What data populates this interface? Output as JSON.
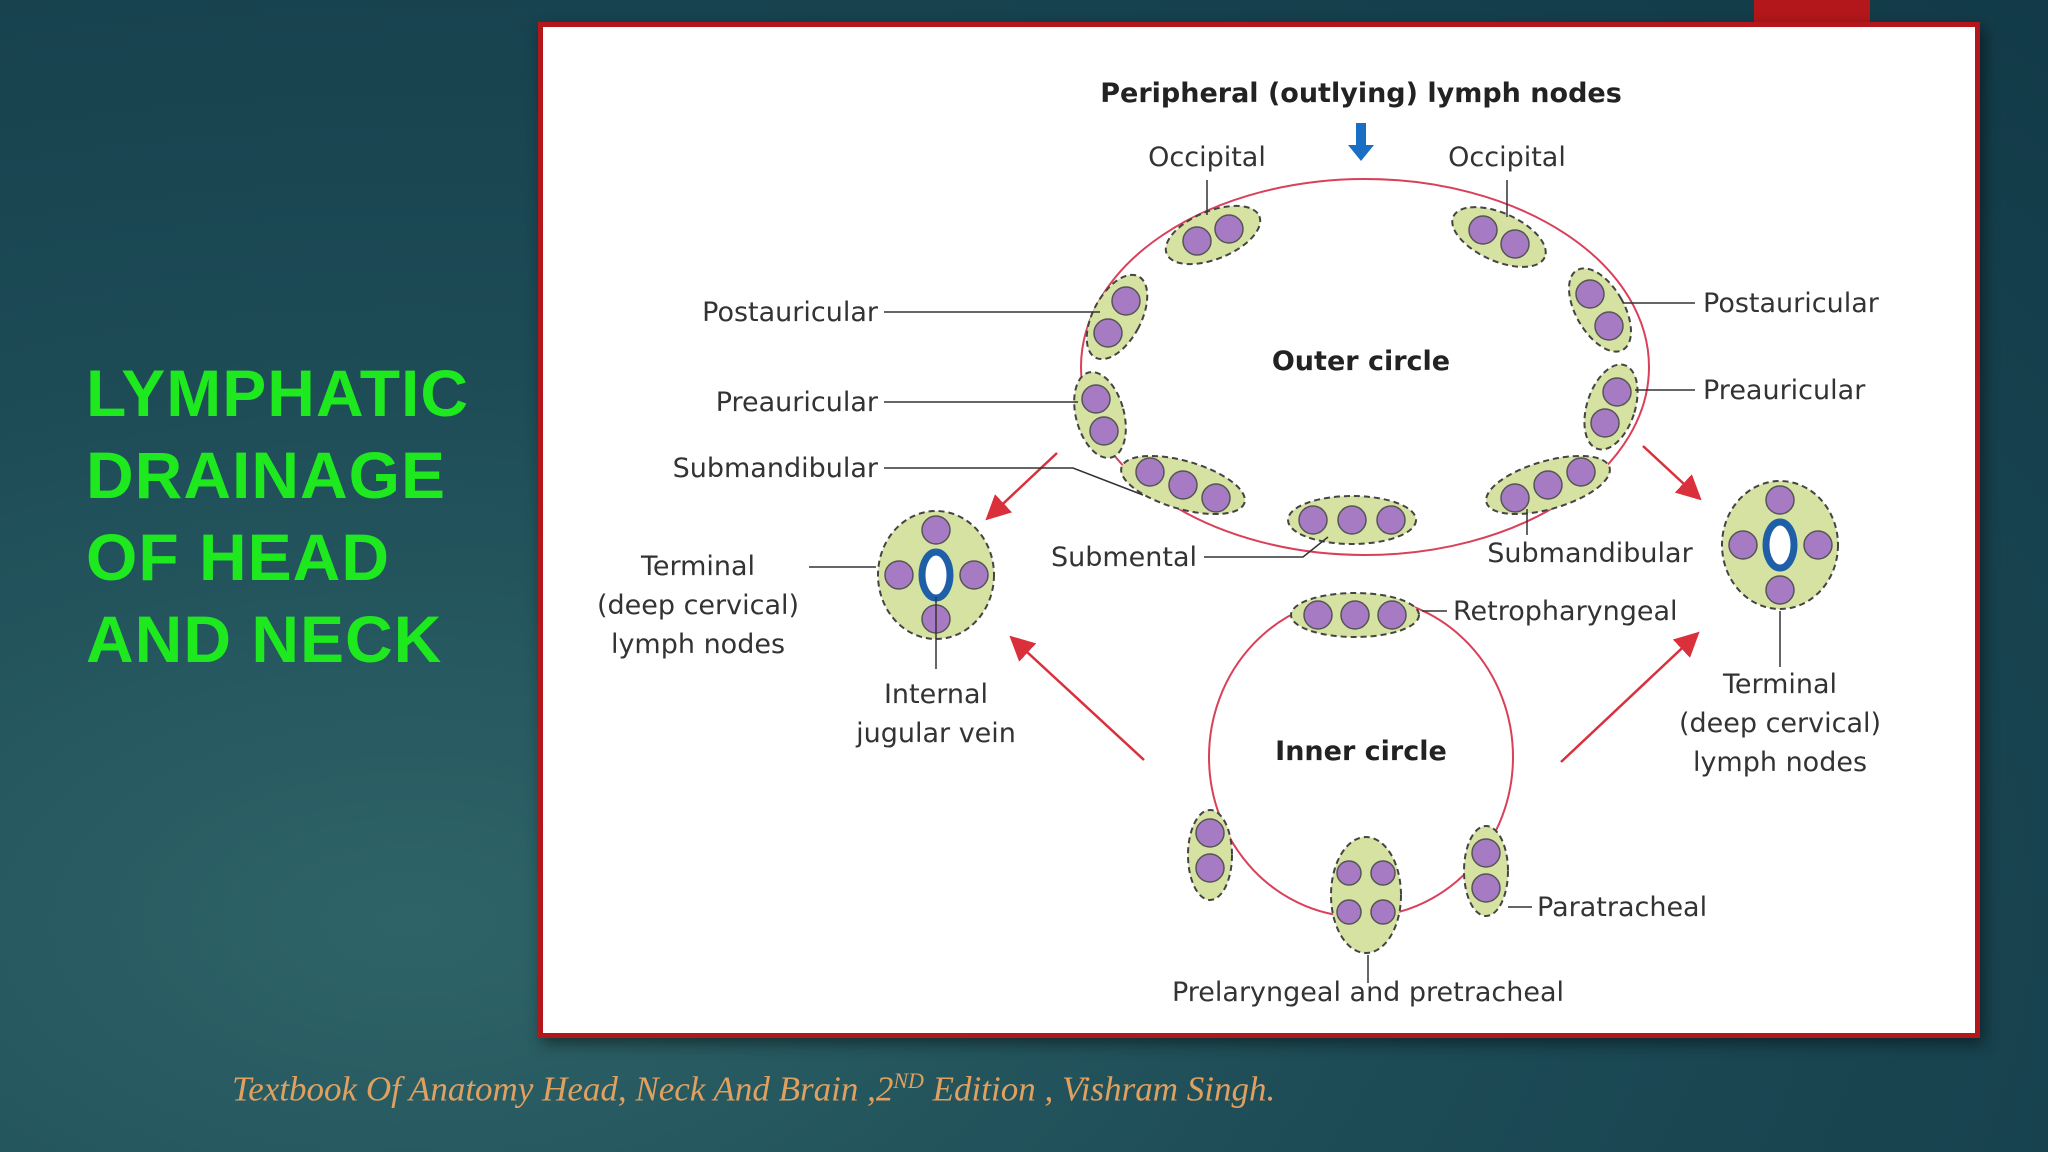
{
  "slide": {
    "title_lines": [
      "LYMPHATIC",
      "DRAINAGE",
      "OF HEAD",
      "AND NECK"
    ],
    "citation": {
      "prefix": "Textbook Of Anatomy Head, Neck And Brain ,2",
      "superscript": "ND",
      "suffix": " Edition , Vishram Singh."
    }
  },
  "diagram": {
    "heading": "Peripheral (outlying) lymph nodes",
    "outer_circle_label": "Outer circle",
    "inner_circle_label": "Inner circle",
    "labels": {
      "occipital_left": "Occipital",
      "occipital_right": "Occipital",
      "postauricular_left": "Postauricular",
      "postauricular_right": "Postauricular",
      "preauricular_left": "Preauricular",
      "preauricular_right": "Preauricular",
      "submandibular_left": "Submandibular",
      "submandibular_right": "Submandibular",
      "submental": "Submental",
      "retropharyngeal": "Retropharyngeal",
      "paratracheal": "Paratracheal",
      "prelaryngeal": "Prelaryngeal and pretracheal",
      "terminal_left": [
        "Terminal",
        "(deep cervical)",
        "lymph nodes"
      ],
      "terminal_right": [
        "Terminal",
        "(deep cervical)",
        "lymph nodes"
      ],
      "internal_jugular": [
        "Internal",
        "jugular vein"
      ]
    },
    "colors": {
      "node_group_fill": "#d5e2a2",
      "node_fill": "#a77bc4",
      "circle_line": "#d9405a",
      "arrow_red": "#d9303c",
      "arrow_blue": "#1a6fc4",
      "vein": "#1e5fa8"
    }
  }
}
